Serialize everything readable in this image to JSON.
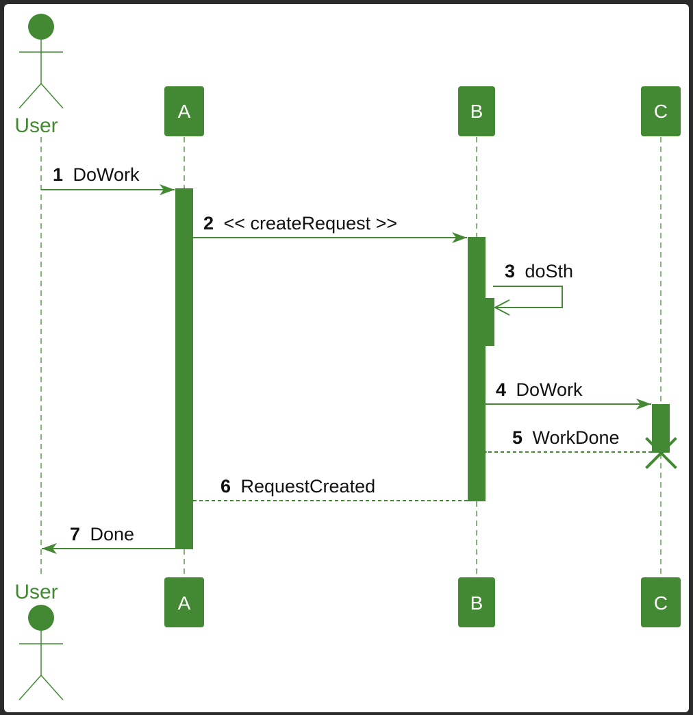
{
  "theme": {
    "green": "#438833",
    "background": "#ffffff",
    "frame": "#2b2b2b"
  },
  "participants": [
    {
      "id": "user",
      "label": "User",
      "kind": "actor",
      "icon": "actor-stick-figure-icon"
    },
    {
      "id": "a",
      "label": "A",
      "kind": "box"
    },
    {
      "id": "b",
      "label": "B",
      "kind": "box"
    },
    {
      "id": "c",
      "label": "C",
      "kind": "box"
    }
  ],
  "messages": [
    {
      "num": "1",
      "text": "DoWork",
      "from": "user",
      "to": "a",
      "style": "solid"
    },
    {
      "num": "2",
      "text": "<< createRequest >>",
      "from": "a",
      "to": "b",
      "style": "solid"
    },
    {
      "num": "3",
      "text": "doSth",
      "from": "b",
      "to": "b",
      "style": "self"
    },
    {
      "num": "4",
      "text": "DoWork",
      "from": "b",
      "to": "c",
      "style": "solid"
    },
    {
      "num": "5",
      "text": "WorkDone",
      "from": "c",
      "to": "b",
      "style": "dashed"
    },
    {
      "num": "6",
      "text": "RequestCreated",
      "from": "b",
      "to": "a",
      "style": "dashed"
    },
    {
      "num": "7",
      "text": "Done",
      "from": "a",
      "to": "user",
      "style": "solid"
    }
  ],
  "destroyed": {
    "participant": "c",
    "icon": "destroy-x-icon"
  }
}
